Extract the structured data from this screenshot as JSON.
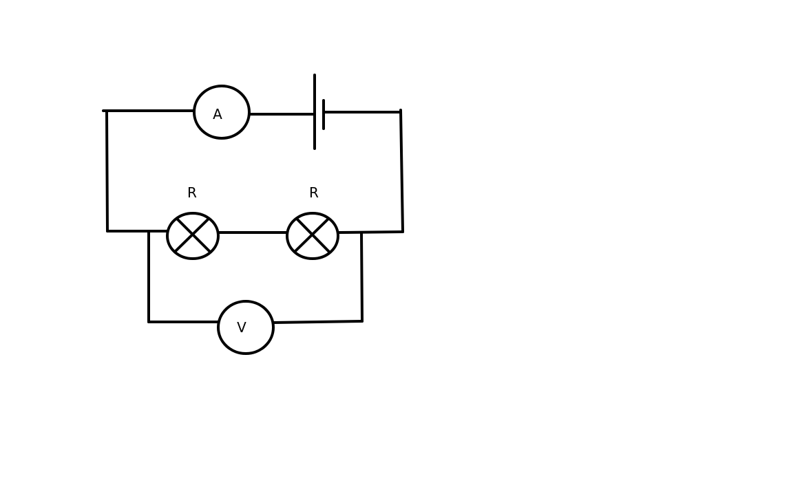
{
  "diagram": {
    "ammeter": {
      "label": "A"
    },
    "voltmeter": {
      "label": "V"
    },
    "lamps": [
      {
        "label": "R"
      },
      {
        "label": "R"
      }
    ],
    "colors": {
      "line": "#000000",
      "background": "#ffffff"
    },
    "icons": {
      "ammeter": "ammeter-icon",
      "voltmeter": "voltmeter-icon",
      "lamp": "lamp-icon",
      "battery": "battery-icon"
    }
  }
}
